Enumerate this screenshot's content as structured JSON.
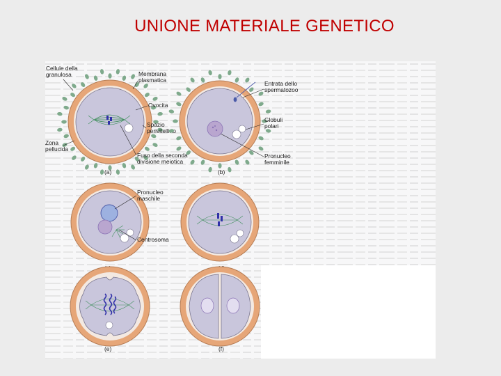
{
  "title": "UNIONE MATERIALE GENETICO",
  "figure": {
    "labels": {
      "cellule_granulosa_1": "Cellule della",
      "cellule_granulosa_2": "granulosa",
      "membrana_1": "Membrana",
      "membrana_2": "plasmatica",
      "ovocita": "Ovocita",
      "spazio_1": "Spazio",
      "spazio_2": "perivitellino",
      "zona_1": "Zona",
      "zona_2": "pellucida",
      "fuso_1": "Fuso della seconda",
      "fuso_2": "divisione meiotica",
      "entrata_1": "Entrata dello",
      "entrata_2": "spermatozoo",
      "globuli_1": "Globuli",
      "globuli_2": "polari",
      "pronucleo_f_1": "Pronucleo",
      "pronucleo_f_2": "femminile",
      "pronucleo_m_1": "Pronucleo",
      "pronucleo_m_2": "maschile",
      "centrosoma": "Centrosoma"
    },
    "panels": [
      "(a)",
      "(b)",
      "(c)",
      "(d)",
      "(e)",
      "(f)"
    ]
  },
  "colors": {
    "title": "#c00000",
    "zona_pellucida": "#e6a678",
    "cytoplasm": "#c9c6dc",
    "granulosa": "#7faa8c",
    "spindle": "#3f8f5c",
    "pronucleus": "#8a73b5",
    "chromosomes": "#3030a8"
  }
}
